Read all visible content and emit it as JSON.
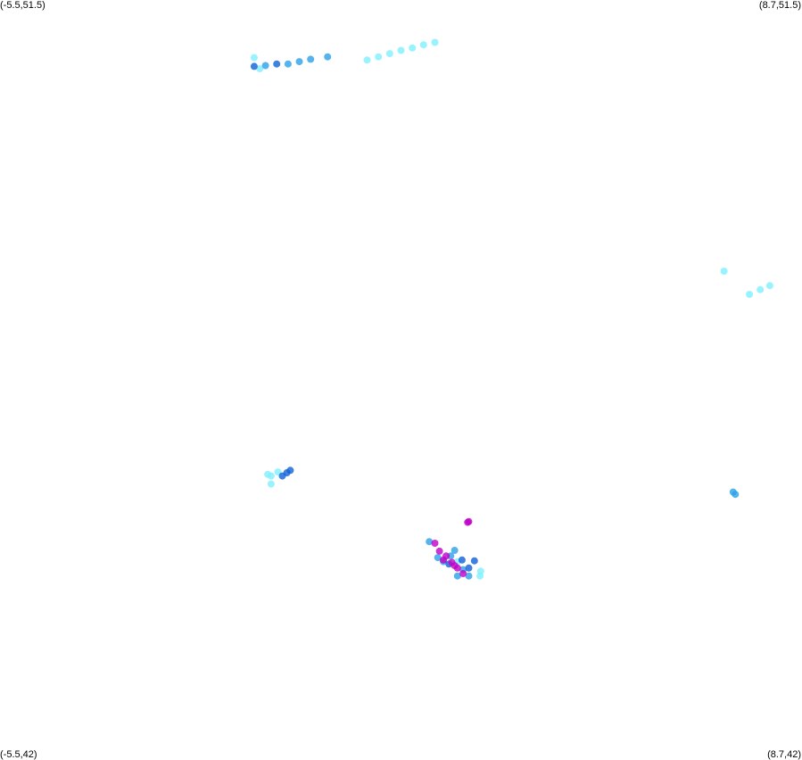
{
  "corners": {
    "top_left": "(-5.5,51.5)",
    "top_right": "(8.7,51.5)",
    "bottom_left": "(-5.5,42)",
    "bottom_right": "(8.7,42)"
  },
  "chart_data": {
    "type": "scatter",
    "xlim": [
      -5.5,
      8.7
    ],
    "ylim": [
      42,
      51.5
    ],
    "grid": false,
    "colors": {
      "light": "#7ff0ff",
      "medium": "#2aa0e8",
      "dark": "#1060d8",
      "magenta": "#c000c8"
    },
    "series": [
      {
        "color_key": "light",
        "points": [
          [
            1.0,
            50.75
          ],
          [
            1.2,
            50.79
          ],
          [
            1.4,
            50.83
          ],
          [
            1.6,
            50.87
          ],
          [
            1.8,
            50.9
          ],
          [
            2.0,
            50.94
          ],
          [
            2.2,
            50.97
          ],
          [
            -1.0,
            50.78
          ],
          [
            -0.9,
            50.64
          ],
          [
            7.32,
            48.11
          ],
          [
            7.96,
            47.88
          ],
          [
            8.13,
            47.93
          ],
          [
            7.77,
            47.82
          ],
          [
            -0.7,
            45.55
          ],
          [
            -0.76,
            45.57
          ],
          [
            -0.7,
            45.45
          ],
          [
            -0.58,
            45.6
          ],
          [
            3.01,
            44.36
          ],
          [
            3.0,
            44.3
          ],
          [
            2.6,
            44.48
          ]
        ]
      },
      {
        "color_key": "medium",
        "points": [
          [
            -0.4,
            50.7
          ],
          [
            -0.2,
            50.73
          ],
          [
            0.0,
            50.76
          ],
          [
            0.3,
            50.79
          ],
          [
            -0.8,
            50.68
          ],
          [
            2.1,
            44.73
          ],
          [
            2.25,
            44.53
          ],
          [
            2.55,
            44.62
          ],
          [
            2.48,
            44.55
          ],
          [
            2.35,
            44.48
          ],
          [
            2.7,
            44.38
          ],
          [
            2.8,
            44.3
          ],
          [
            2.6,
            44.3
          ],
          [
            7.52,
            45.32
          ],
          [
            7.48,
            45.35
          ]
        ]
      },
      {
        "color_key": "dark",
        "points": [
          [
            -1.0,
            50.67
          ],
          [
            -0.6,
            50.7
          ],
          [
            -0.42,
            45.59
          ],
          [
            -0.5,
            45.55
          ],
          [
            -0.36,
            45.62
          ],
          [
            2.45,
            44.45
          ],
          [
            2.68,
            44.5
          ],
          [
            2.8,
            44.4
          ],
          [
            2.9,
            44.49
          ]
        ]
      },
      {
        "color_key": "magenta",
        "points": [
          [
            2.78,
            44.97
          ],
          [
            2.8,
            44.98
          ],
          [
            2.2,
            44.71
          ],
          [
            2.28,
            44.61
          ],
          [
            2.4,
            44.55
          ],
          [
            2.5,
            44.47
          ],
          [
            2.6,
            44.4
          ],
          [
            2.7,
            44.33
          ],
          [
            2.35,
            44.5
          ],
          [
            2.55,
            44.43
          ]
        ]
      }
    ]
  }
}
